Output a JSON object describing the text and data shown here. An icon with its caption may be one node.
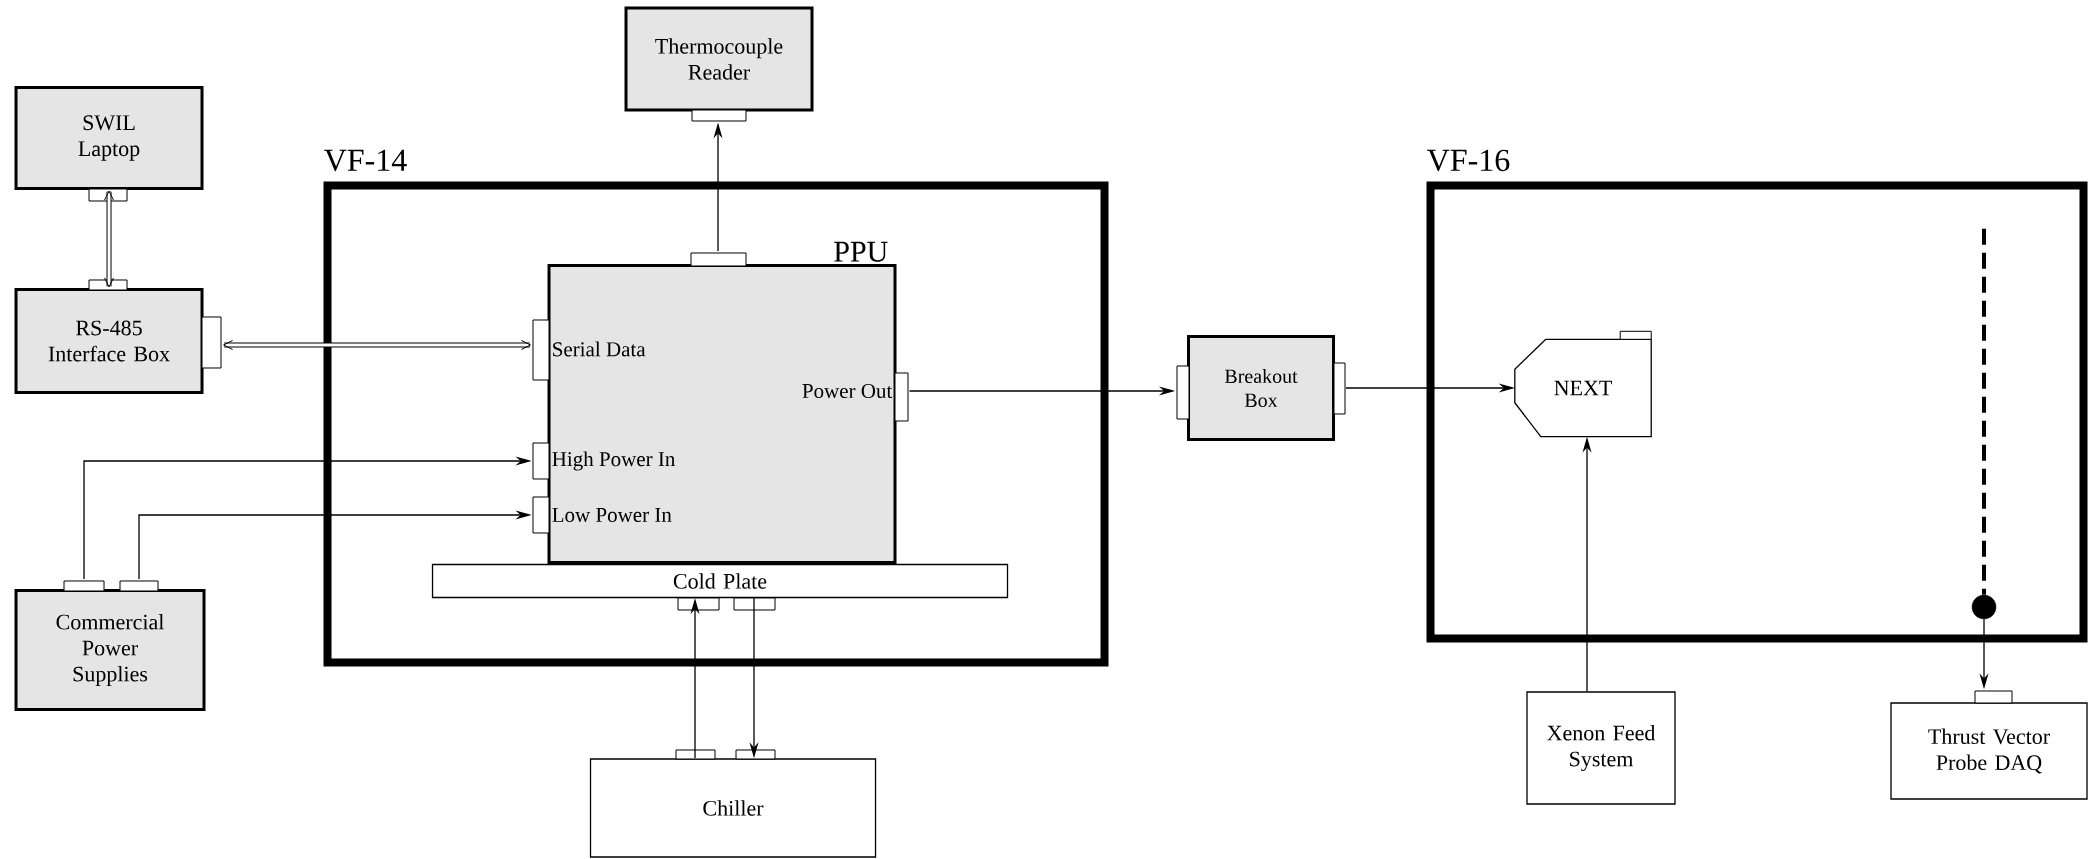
{
  "diagram": {
    "nodes": [
      {
        "text": [
          "SWIL Laptop"
        ]
      },
      {
        "text": [
          "RS-485 Interface Box"
        ]
      },
      {
        "text": [
          "Commercial Power Supplies"
        ]
      },
      {
        "text": [
          "VF-14"
        ]
      },
      {
        "text": [
          "PPU",
          "Serial Data",
          "Power Out",
          "High Power In",
          "Low Power In"
        ],
        "in": 3
      },
      {
        "text": [
          "Cold Plate"
        ],
        "in": 3
      },
      {
        "text": [
          "Thermocouple Reader"
        ]
      },
      {
        "text": [
          "Chiller"
        ]
      },
      {
        "text": [
          "Breakout Box"
        ]
      },
      {
        "text": [
          "VF-16"
        ]
      },
      {
        "text": [
          "NEXT"
        ],
        "in": 9
      },
      {
        "text": [
          "Xenon Feed System"
        ]
      },
      {
        "text": [
          "Thrust Vector Probe DAQ"
        ]
      },
      {
        "text": [],
        "shape": "circle",
        "in": 9
      }
    ],
    "edges": [
      {
        "from": 0,
        "to": 1,
        "arrow": "both",
        "style": "thick"
      },
      {
        "from": 1,
        "to": 4,
        "arrow": "both",
        "style": "thick"
      },
      {
        "from": 2,
        "to": 4,
        "arrow": "to"
      },
      {
        "from": 2,
        "to": 4,
        "arrow": "to"
      },
      {
        "from": 4,
        "to": 6,
        "arrow": "to"
      },
      {
        "from": 4,
        "to": 8,
        "arrow": "to"
      },
      {
        "from": 8,
        "to": 10,
        "arrow": "to"
      },
      {
        "from": 7,
        "to": 5,
        "arrow": "to"
      },
      {
        "from": 5,
        "to": 7,
        "arrow": "to"
      },
      {
        "from": 11,
        "to": 10,
        "arrow": "to"
      },
      {
        "from": 13,
        "to": 12,
        "arrow": "to"
      }
    ]
  }
}
